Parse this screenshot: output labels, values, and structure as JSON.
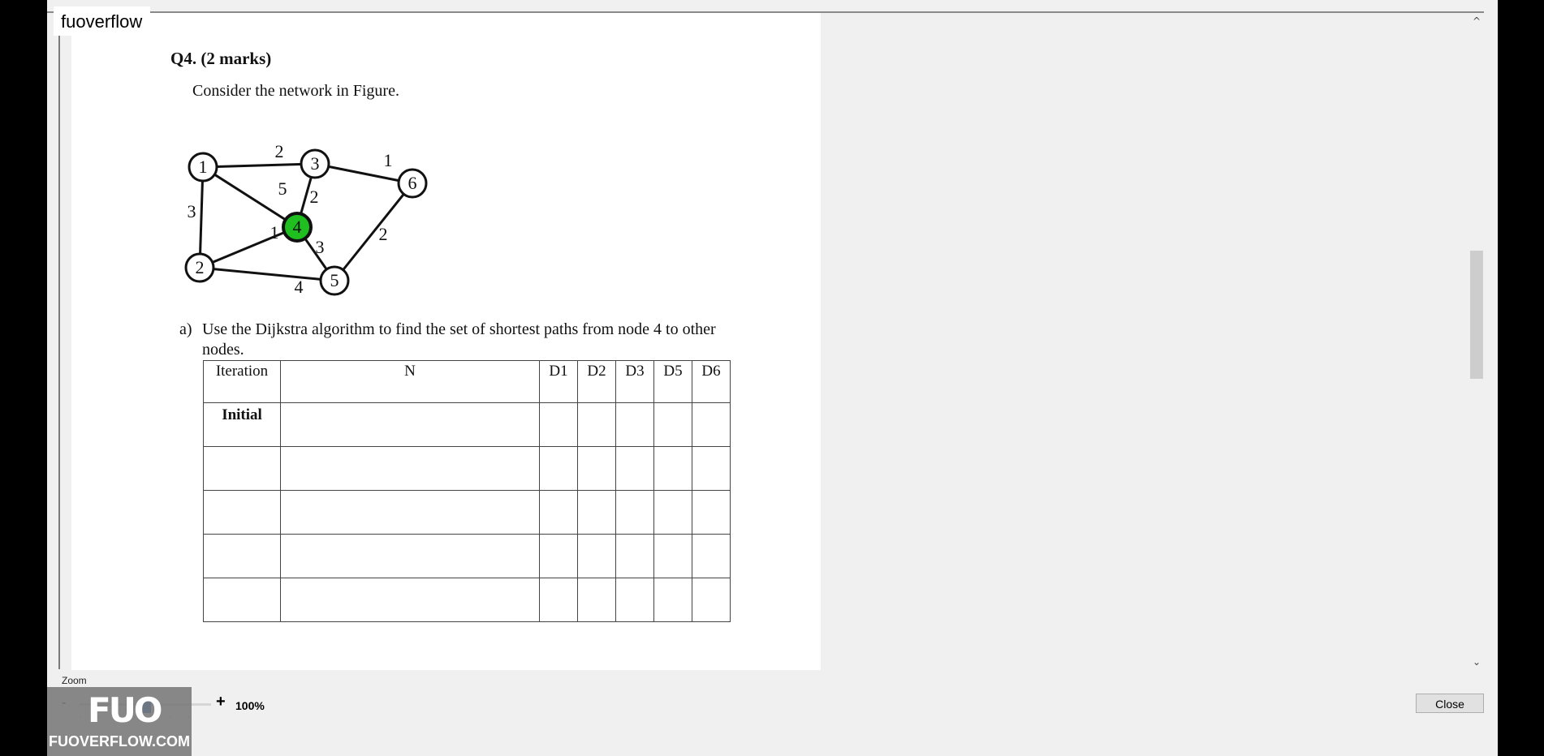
{
  "app": {
    "brand": "fuoverflow"
  },
  "question": {
    "title": "Q4. (2 marks)",
    "prompt": "Consider the network in Figure.",
    "part_a_label": "a)",
    "part_a_text": "Use the Dijkstra algorithm to find the set of shortest paths from node 4 to other nodes."
  },
  "graph": {
    "nodes": [
      {
        "id": "1",
        "label": "1",
        "highlighted": false
      },
      {
        "id": "2",
        "label": "2",
        "highlighted": false
      },
      {
        "id": "3",
        "label": "3",
        "highlighted": false
      },
      {
        "id": "4",
        "label": "4",
        "highlighted": true
      },
      {
        "id": "5",
        "label": "5",
        "highlighted": false
      },
      {
        "id": "6",
        "label": "6",
        "highlighted": false
      }
    ],
    "edges": [
      {
        "from": "1",
        "to": "3",
        "weight": "2"
      },
      {
        "from": "3",
        "to": "6",
        "weight": "1"
      },
      {
        "from": "1",
        "to": "4",
        "weight": "5"
      },
      {
        "from": "3",
        "to": "4",
        "weight": "2"
      },
      {
        "from": "1",
        "to": "2",
        "weight": "3"
      },
      {
        "from": "2",
        "to": "4",
        "weight": "1"
      },
      {
        "from": "4",
        "to": "5",
        "weight": "3"
      },
      {
        "from": "6",
        "to": "5",
        "weight": "2"
      },
      {
        "from": "2",
        "to": "5",
        "weight": "4"
      }
    ],
    "highlight_color": "#1fbf1f"
  },
  "table": {
    "headers": [
      "Iteration",
      "N",
      "D1",
      "D2",
      "D3",
      "D5",
      "D6"
    ],
    "rows": [
      [
        "Initial",
        "",
        "",
        "",
        "",
        "",
        ""
      ],
      [
        "",
        "",
        "",
        "",
        "",
        "",
        ""
      ],
      [
        "",
        "",
        "",
        "",
        "",
        "",
        ""
      ],
      [
        "",
        "",
        "",
        "",
        "",
        "",
        ""
      ],
      [
        "",
        "",
        "",
        "",
        "",
        "",
        ""
      ]
    ]
  },
  "scrollbar": {
    "up_icon": "chevron-up-icon",
    "down_icon": "chevron-down-icon"
  },
  "zoom": {
    "label": "Zoom",
    "minus": "-",
    "plus": "+",
    "value": "100%"
  },
  "footer": {
    "close_label": "Close"
  },
  "watermark": {
    "mark": "FUO",
    "site": "FUOVERFLOW.COM"
  }
}
